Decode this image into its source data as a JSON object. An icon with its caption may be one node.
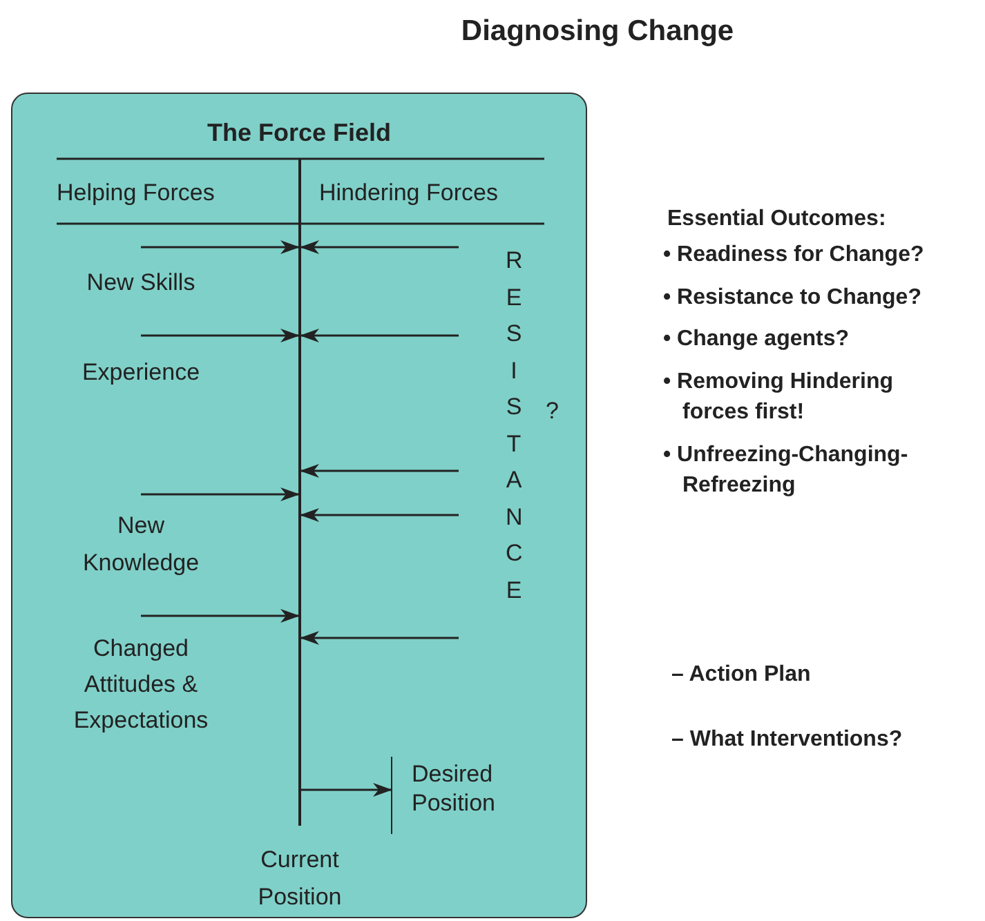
{
  "diagram": {
    "title": "Diagnosing Change",
    "nodes": [
      {
        "text": [
          "The Force Field"
        ]
      },
      {
        "text": [],
        "shape": "bar",
        "in": 0
      },
      {
        "text": [
          "Desired Position"
        ],
        "in": 0
      }
    ],
    "edges": [
      {
        "from": null,
        "to": 1,
        "arrow": "to"
      },
      {
        "from": null,
        "to": 1,
        "arrow": "to"
      },
      {
        "from": null,
        "to": 1,
        "arrow": "to"
      },
      {
        "from": null,
        "to": 1,
        "arrow": "to"
      },
      {
        "from": null,
        "to": 1,
        "arrow": "to"
      },
      {
        "from": null,
        "to": 1,
        "arrow": "to"
      },
      {
        "from": null,
        "to": 1,
        "arrow": "to"
      },
      {
        "from": null,
        "to": 1,
        "arrow": "to"
      },
      {
        "from": null,
        "to": 1,
        "arrow": "to"
      },
      {
        "from": 1,
        "to": 2,
        "arrow": "to"
      }
    ],
    "labels": [
      "Helping Forces",
      "Hindering Forces",
      "New Skills",
      "Experience",
      "RESISTANCE",
      "?",
      "New Knowledge",
      "Changed Attitudes & Expectations",
      "Current Position",
      "Essential Outcomes:",
      "• Readiness for Change?",
      "• Resistance to Change?",
      "• Change agents?",
      "• Removing Hindering forces first!",
      "• Unfreezing-Changing-Refreezing",
      "– Action Plan",
      "– What Interventions?"
    ]
  }
}
